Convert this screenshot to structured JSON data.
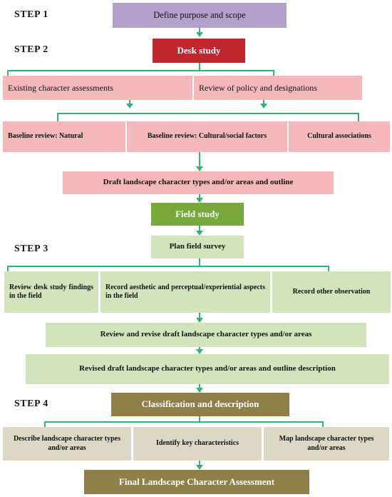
{
  "steps": {
    "step1": "STEP 1",
    "step2": "STEP 2",
    "step3": "STEP 3",
    "step4": "STEP 4"
  },
  "boxes": {
    "define": "Define purpose and scope",
    "desk_study": "Desk study",
    "existing_assessments": "Existing character assessments",
    "policy_review": "Review of policy and designations",
    "baseline_natural": "Baseline review: Natural",
    "baseline_cultural": "Baseline review: Cultural/social factors",
    "cultural_associations": "Cultural associations",
    "draft_types": "Draft landscape character types and/or areas and outline",
    "field_study": "Field study",
    "plan_survey": "Plan field survey",
    "review_desk": "Review desk study findings in the field",
    "record_aesthetic": "Record aesthetic and perceptual/experiential aspects in the field",
    "record_other": "Record other observation",
    "review_revise": "Review and revise draft landscape character types and/or areas",
    "revised_draft": "Revised draft landscape character types and/or areas and outline description",
    "classification": "Classification and description",
    "describe_types": "Describe landscape character types and/or areas",
    "identify_key": "Identify key characteristics",
    "map_types": "Map landscape character types and/or areas",
    "final": "Final Landscape Character Assessment"
  },
  "colors": {
    "connector": "#2bb673",
    "purple": "#b4a0cc",
    "red": "#c0282e",
    "pink": "#f4b8bb",
    "dark_green": "#78a83a",
    "light_green": "#d3e4bd",
    "brown": "#8f7f49",
    "beige": "#ddd7c5"
  }
}
